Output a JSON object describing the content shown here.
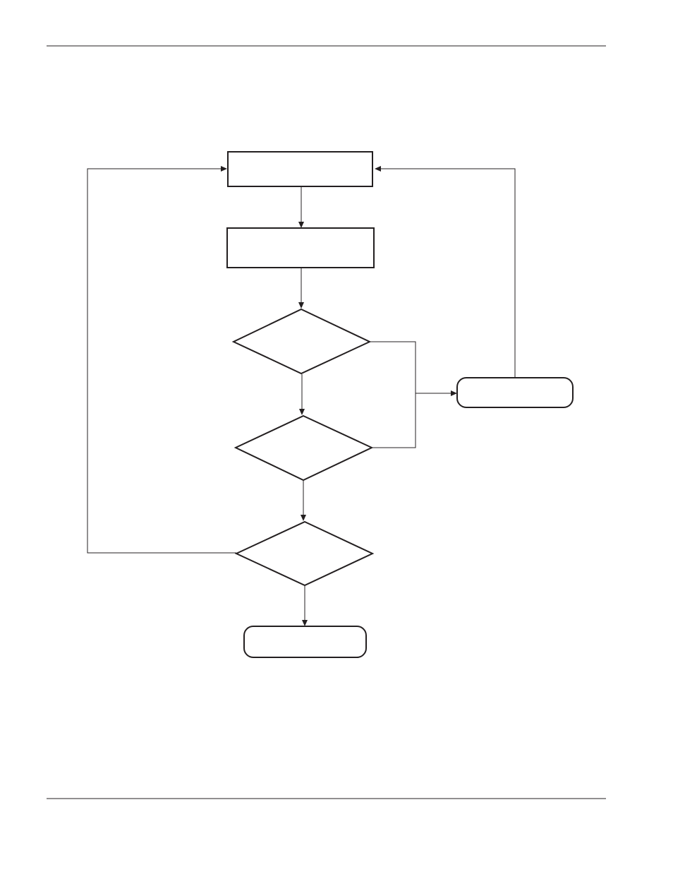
{
  "diagram": {
    "type": "flowchart",
    "nodes": [
      {
        "id": "process-1",
        "shape": "rectangle",
        "label": ""
      },
      {
        "id": "process-2",
        "shape": "rectangle",
        "label": ""
      },
      {
        "id": "decision-1",
        "shape": "diamond",
        "label": ""
      },
      {
        "id": "decision-2",
        "shape": "diamond",
        "label": ""
      },
      {
        "id": "decision-3",
        "shape": "diamond",
        "label": ""
      },
      {
        "id": "terminal-side",
        "shape": "rounded-rectangle",
        "label": ""
      },
      {
        "id": "terminal-end",
        "shape": "rounded-rectangle",
        "label": ""
      }
    ],
    "edges": [
      {
        "from": "process-1",
        "to": "process-2"
      },
      {
        "from": "process-2",
        "to": "decision-1"
      },
      {
        "from": "decision-1",
        "to": "decision-2"
      },
      {
        "from": "decision-1",
        "to": "terminal-side"
      },
      {
        "from": "decision-2",
        "to": "terminal-side"
      },
      {
        "from": "decision-2",
        "to": "decision-3"
      },
      {
        "from": "decision-3",
        "to": "terminal-end"
      },
      {
        "from": "decision-3",
        "to": "process-1"
      },
      {
        "from": "terminal-side",
        "to": "process-1"
      }
    ],
    "colors": {
      "stroke": "#231f20",
      "background": "#ffffff"
    }
  }
}
